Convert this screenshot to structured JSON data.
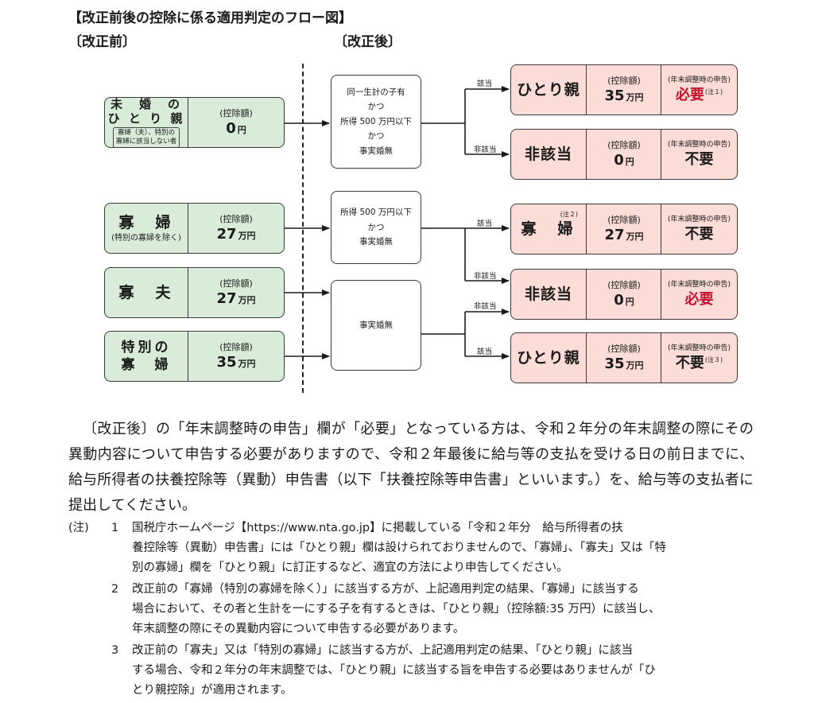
{
  "title": "【改正前後の控除に係る適用判定のフロー図】",
  "before_label": "〔改正前〕",
  "after_label": "〔改正後〕",
  "before": [
    {
      "name_lines": [
        "未　婚　の",
        "ひ と り 親"
      ],
      "note_lines": [
        "寡婦（夫）、特別の",
        "寡婦に該当しない者"
      ],
      "deduction_label": "(控除額)",
      "amount": "0",
      "unit": "円"
    },
    {
      "name_lines": [
        "寡　婦"
      ],
      "note_lines": [
        "(特別の寡婦を除く)"
      ],
      "deduction_label": "(控除額)",
      "amount": "27",
      "unit": "万円"
    },
    {
      "name_lines": [
        "寡　夫"
      ],
      "note_lines": [],
      "deduction_label": "(控除額)",
      "amount": "27",
      "unit": "万円"
    },
    {
      "name_lines": [
        "特別の",
        "寡　婦"
      ],
      "note_lines": [],
      "deduction_label": "(控除額)",
      "amount": "35",
      "unit": "万円"
    }
  ],
  "conditions": [
    {
      "lines": [
        "同一生計の子有",
        "かつ",
        "所得 500 万円以下",
        "かつ",
        "事実婚無"
      ]
    },
    {
      "lines": [
        "所得 500 万円以下",
        "かつ",
        "事実婚無"
      ]
    },
    {
      "lines": [
        "事実婚無"
      ]
    }
  ],
  "branch_labels": [
    "該当",
    "非該当",
    "該当",
    "非該当",
    "非該当",
    "該当"
  ],
  "after": [
    {
      "name": "ひとり親",
      "name_note": "",
      "deduction_label": "(控除額)",
      "amount": "35",
      "unit": "万円",
      "report_label": "(年末調整時の申告)",
      "report": "必要",
      "report_note": "(注１)",
      "report_color": "#c8102e"
    },
    {
      "name": "非該当",
      "name_note": "",
      "deduction_label": "(控除額)",
      "amount": "0",
      "unit": "円",
      "report_label": "(年末調整時の申告)",
      "report": "不要",
      "report_note": "",
      "report_color": "#1a1a1a"
    },
    {
      "name": "寡　婦",
      "name_note": "(注２)",
      "deduction_label": "(控除額)",
      "amount": "27",
      "unit": "万円",
      "report_label": "(年末調整時の申告)",
      "report": "不要",
      "report_note": "",
      "report_color": "#1a1a1a"
    },
    {
      "name": "非該当",
      "name_note": "",
      "deduction_label": "(控除額)",
      "amount": "0",
      "unit": "円",
      "report_label": "(年末調整時の申告)",
      "report": "必要",
      "report_note": "",
      "report_color": "#c8102e"
    },
    {
      "name": "ひとり親",
      "name_note": "",
      "deduction_label": "(控除額)",
      "amount": "35",
      "unit": "万円",
      "report_label": "(年末調整時の申告)",
      "report": "不要",
      "report_note": "(注３)",
      "report_color": "#1a1a1a"
    }
  ],
  "body": "〔改正後〕の「年末調整時の申告」欄が「必要」となっている方は、令和２年分の年末調整の際にその異動内容について申告する必要がありますので、令和２年最後に給与等の支払を受ける日の前日までに、給与所得者の扶養控除等（異動）申告書（以下「扶養控除等申告書」といいます。）を、給与等の支払者に提出してください。",
  "notes_label": "(注)",
  "notes": [
    {
      "num": "1",
      "lines": [
        "国税庁ホームページ【https://www.nta.go.jp】に掲載している「令和２年分　給与所得者の扶",
        "養控除等（異動）申告書」には「ひとり親」欄は設けられておりませんので、「寡婦」、「寡夫」又は「特",
        "別の寡婦」欄を「ひとり親」に訂正するなど、適宜の方法により申告してください。"
      ]
    },
    {
      "num": "2",
      "lines": [
        "改正前の「寡婦（特別の寡婦を除く）」に該当する方が、上記適用判定の結果、「寡婦」に該当する",
        "場合において、その者と生計を一にする子を有するときは、「ひとり親」（控除額:35 万円）に該当し、",
        "年末調整の際にその異動内容について申告する必要があります。"
      ]
    },
    {
      "num": "3",
      "lines": [
        "改正前の「寡夫」又は「特別の寡婦」に該当する方が、上記適用判定の結果、「ひとり親」に該当",
        "する場合、令和２年分の年末調整では、「ひとり親」に該当する旨を申告する必要はありませんが「ひ",
        "とり親控除」が適用されます。"
      ]
    }
  ]
}
